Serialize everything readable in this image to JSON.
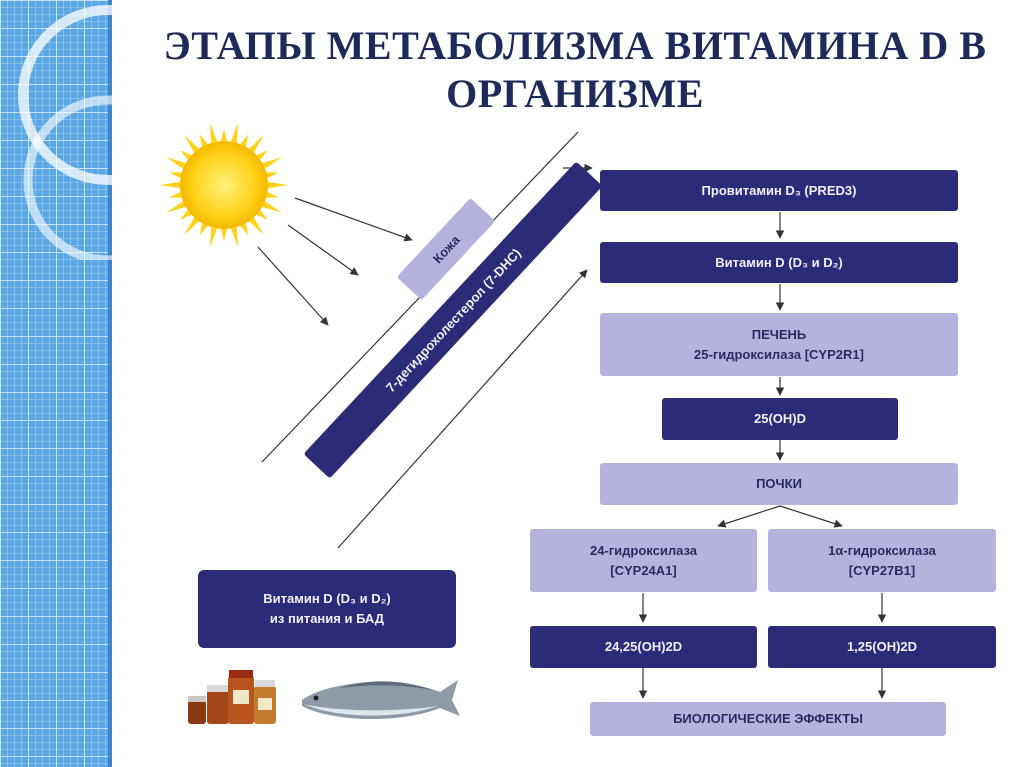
{
  "title_line1": "ЭТАПЫ МЕТАБОЛИЗМА ВИТАМИНА D В",
  "title_line2": "ОРГАНИЗМЕ",
  "skin": "Кожа",
  "dhc": "7-дегидрохолестерол (7-DHC)",
  "pred3": "Провитамин D₃ (PRED3)",
  "vitd": "Витамин D (D₃ и D₂)",
  "liver": "ПЕЧЕНЬ",
  "liver_enzyme": "25-гидроксилаза [CYP2R1]",
  "ohd25": "25(OH)D",
  "kidneys": "ПОЧКИ",
  "h24": "24-гидроксилаза",
  "h24_code": "[CYP24A1]",
  "h1a": "1α-гидроксилаза",
  "h1a_code": "[CYP27B1]",
  "p2425": "24,25(OH)2D",
  "p125": "1,25(OH)2D",
  "bio": "БИОЛОГИЧЕСКИЕ ЭФФЕКТЫ",
  "diet_line1": "Витамин D (D₃ и D₂)",
  "diet_line2": "из питания и БАД",
  "colors": {
    "dark_box": "#2d2a78",
    "light_box": "#b5b3de",
    "sun": "#ffd21a",
    "strip": "#5aa7e6"
  }
}
